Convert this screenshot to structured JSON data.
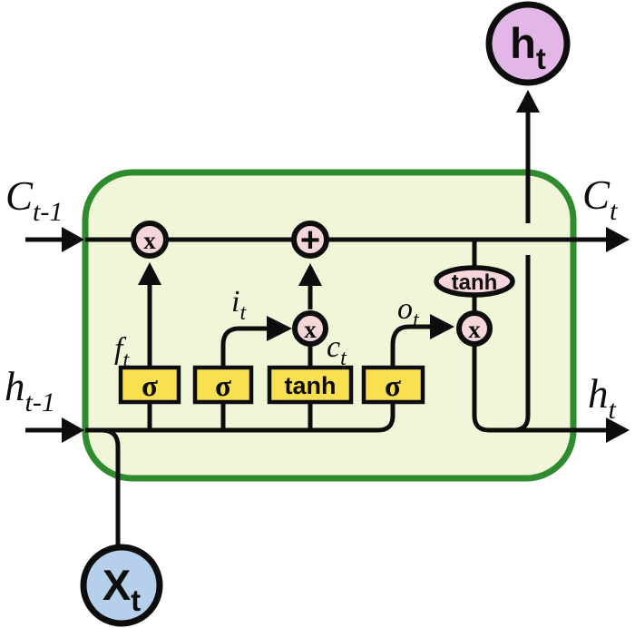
{
  "diagram": {
    "colors": {
      "background": "#ffffff",
      "cell_fill": "#f0f7d9",
      "cell_border": "#2e8b2e",
      "gate_fill": "#f8e04e",
      "op_fill": "#f7d6d9",
      "hidden_node_fill": "#e2b6e7",
      "input_node_fill": "#b6d0eb",
      "line": "#0d0d0d"
    },
    "wire_labels": {
      "cell_state_in": {
        "main": "C",
        "sub": "t-1"
      },
      "cell_state_out": {
        "main": "C",
        "sub": "t"
      },
      "hidden_in": {
        "main": "h",
        "sub": "t-1"
      },
      "hidden_out": {
        "main": "h",
        "sub": "t"
      },
      "forget_gate": {
        "main": "f",
        "sub": "t"
      },
      "input_gate": {
        "main": "i",
        "sub": "t"
      },
      "candidate": {
        "main": "c",
        "sub": "t"
      },
      "output_gate": {
        "main": "o",
        "sub": "t"
      }
    },
    "nodes": {
      "hidden_output": {
        "main": "h",
        "sub": "t"
      },
      "input": {
        "main": "X",
        "sub": "t"
      }
    },
    "gates": [
      {
        "label": "σ"
      },
      {
        "label": "σ"
      },
      {
        "label": "tanh"
      },
      {
        "label": "σ"
      }
    ],
    "operators": {
      "forget_multiply": "x",
      "state_add": "+",
      "input_multiply": "x",
      "output_multiply": "x",
      "state_tanh": "tanh"
    }
  }
}
